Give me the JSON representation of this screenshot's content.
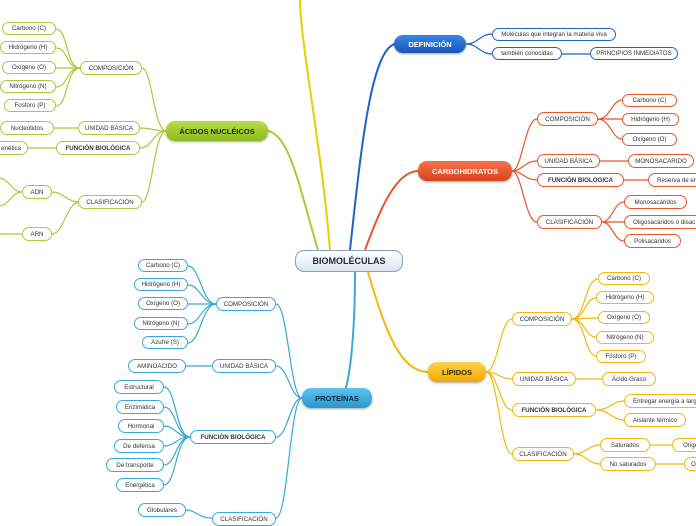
{
  "root": {
    "label": "BIOMOLÉCULAS"
  },
  "definicion": {
    "title": "DEFINICIÓN",
    "text": "Moléculas que integran la materia viva",
    "also": "también conocidas",
    "also_value": "PRINCIPIOS INMEDIATOS"
  },
  "carbohidratos": {
    "title": "CARBOHIDRATOS",
    "composicion_label": "COMPOSICIÓN",
    "composicion": [
      "Carbono (C)",
      "Hidrógeno (H)",
      "Oxígeno (O)"
    ],
    "unidad_label": "UNIDAD BÁSICA",
    "unidad": "MONOSACARIDO",
    "funcion_label": "FUNCIÓN BIOLOGICA",
    "funcion": "Reserva de en",
    "clasificacion_label": "CLASIFICACIÓN",
    "clasificacion": [
      "Monosacáridos",
      "Oligosacáridos o disac",
      "Polisacáridos"
    ]
  },
  "lipidos": {
    "title": "LÍPIDOS",
    "composicion_label": "COMPOSICIÓN",
    "composicion": [
      "Carbono (C)",
      "Hidrógeno (H)",
      "Oxígeno (O)",
      "Nitrógeno (N)",
      "Fósforo (P)"
    ],
    "unidad_label": "UNIDAD BÁSICA",
    "unidad": "Ácido Graso",
    "funcion_label": "FUNCIÓN BIOLÓGICA",
    "funcion": [
      "Entregar energía a larg",
      "Aislante térmico"
    ],
    "clasificacion_label": "CLASIFICACIÓN",
    "clasificacion": [
      "Saturados",
      "No saturados"
    ],
    "clasificacion_sub": [
      "Orige",
      "O"
    ]
  },
  "acidos": {
    "title": "ÁCIDOS NUCLÉICOS",
    "composicion_label": "COMPOSICIÓN",
    "composicion": [
      "Carbono (C)",
      "Hidrógeno (H)",
      "Oxígeno (O)",
      "Nitrógeno (N)",
      "Fosforo (P)"
    ],
    "unidad_label": "UNIDAD BÁSICA",
    "unidad": "Nucleotidos",
    "funcion_label": "FUNCIÓN BIOLÓGICA",
    "funcion": "enética",
    "clasificacion_label": "CLASIFICACIÓN",
    "clasificacion": [
      "ADN",
      "ARN"
    ]
  },
  "proteinas": {
    "title": "PROTEÍNAS",
    "composicion_label": "COMPOSICIÓN",
    "composicion": [
      "Carbono (C)",
      "Hidrógeno (H)",
      "Oxígeno (O)",
      "Nitrógeno (N)",
      "Azufre (S)"
    ],
    "unidad_label": "UNIDAD BÁSICA",
    "unidad": "AMINOACIDO",
    "funcion_label": "FUNCIÓN BIOLÓGICA",
    "funcion": [
      "Estructural",
      "Enzimática",
      "Hormonal",
      "De defensa",
      "De transporte",
      "Energética"
    ],
    "clasificacion_label": "CLASIFICACIÓN",
    "clasificacion": [
      "Globulares"
    ]
  },
  "colors": {
    "green": "#a5cc3a",
    "blue": "#3aa8d8",
    "dark_blue": "#1e64c8",
    "orange": "#e8562a",
    "yellow": "#f0b80c"
  }
}
